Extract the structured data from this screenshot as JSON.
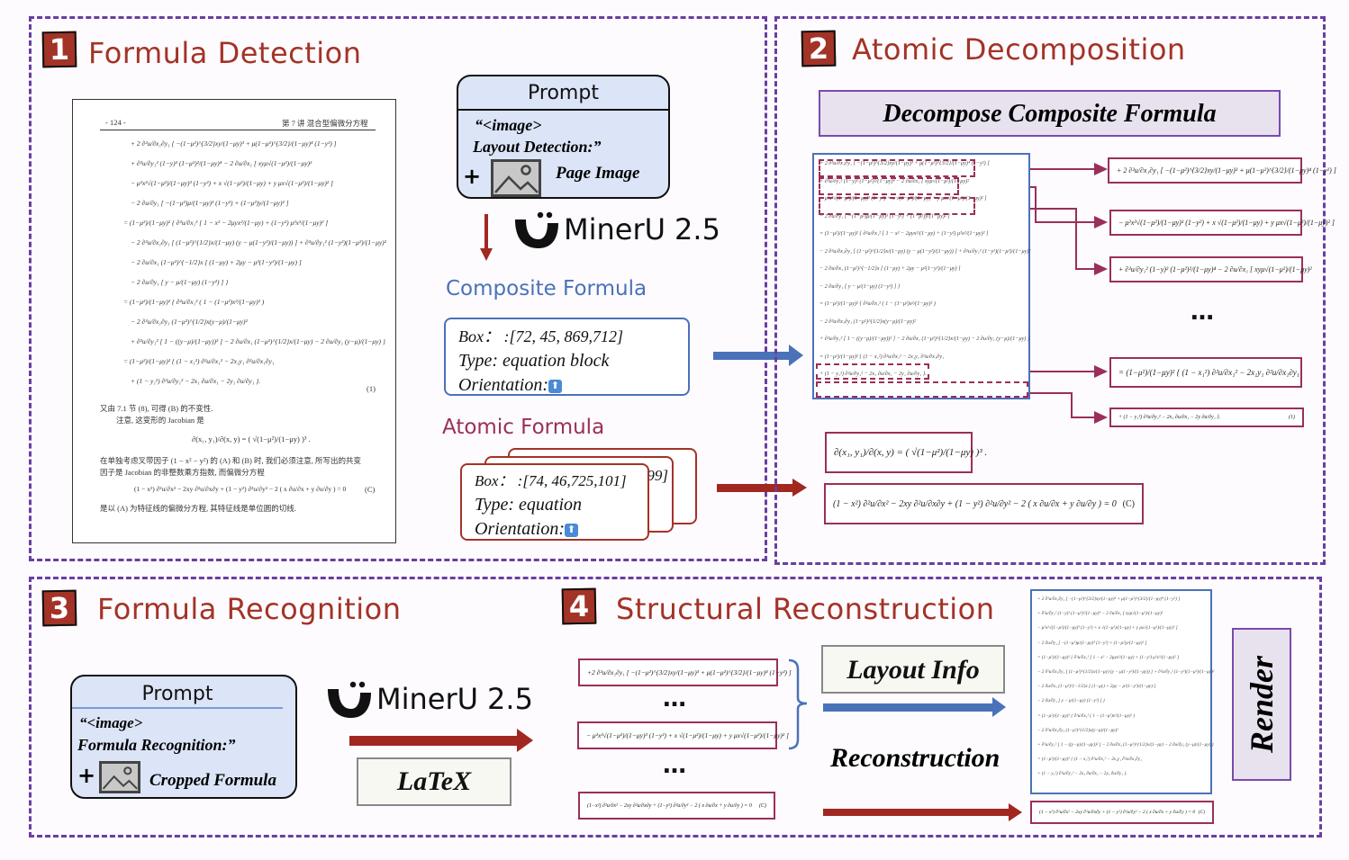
{
  "steps": [
    {
      "number": "1",
      "title": "Formula Detection"
    },
    {
      "number": "2",
      "title": "Atomic Decomposition"
    },
    {
      "number": "3",
      "title": "Formula Recognition"
    },
    {
      "number": "4",
      "title": "Structural Reconstruction"
    }
  ],
  "document_page": {
    "page_number": "- 124 -",
    "chapter_header": "第 7 讲   混合型偏微分方程",
    "equation_lines": [
      "+ 2 ∂²u/∂x₁∂y₁ [ −(1−μ²)^{3/2}xy/(1−μy)³ + μ(1−μ²)^{3/2}/(1−μy)⁴ (1−y²) ]",
      "+ ∂²u/∂y₁² (1−y)² (1−μ²)²/(1−μy)⁴ − 2 ∂u/∂x₁ [ xyμ√(1−μ²)/(1−μy)²",
      "− μ²x²√(1−μ²)/(1−μy)³ (1−y²) + x √(1−μ²)/(1−μy) + y μx√(1−μ²)/(1−μy)² ]",
      "− 2 ∂u/∂y₁ [ −(1−μ²)μ/(1−μy)³ (1−y²) + (1−μ²)y/(1−μy)² ]",
      "= (1−μ²)/(1−μy)² { ∂²u/∂x₁² [ 1 − x² − 2μyx²/(1−μy) + (1−y²) μ²x²/(1−μy)² ]",
      "− 2 ∂²u/∂x₁∂y₁ [ (1−μ²)^{1/2}x/(1−μy) (y − μ(1−y²)/(1−μy)) ] + ∂²u/∂y₁² (1−y²)(1−μ²)/(1−μy)²",
      "− 2 ∂u/∂x₁ (1−μ²)^{−1/2}x [ (1−μy) + 2μy − μ²(1−y²)/(1−μy) ]",
      "− 2 ∂u/∂y₁ [ y − μ/(1−μy) (1−y²) ] }",
      "= (1−μ²)/(1−μy)² { ∂²u/∂x₁² ( 1 − (1−μ²)x²/(1−μy)² )",
      "− 2 ∂²u/∂x₁∂y₁ (1−μ²)^{1/2}x(y−μ)/(1−μy)²",
      "+ ∂²u/∂y₁² [ 1 − ((y−μ)/(1−μy))² ] − 2 ∂u/∂x₁ (1−μ²)^{1/2}x/(1−μy) − 2 ∂u/∂y₁ (y−μ)/(1−μy) }",
      "= (1−μ²)/(1−μy)² { (1 − x₁²) ∂²u/∂x₁² − 2x₁y₁ ∂²u/∂x₁∂y₁",
      "+ (1 − y₁²) ∂²u/∂y₁² − 2x₁ ∂u/∂x₁ − 2y₁ ∂u/∂y₁ }."
    ],
    "equation_number": "(1)",
    "text_1": "又由 7.1 节 (8), 可得 (B) 的不变性.",
    "text_2": "注意, 这变形的 Jacobian 是",
    "jacobian_eq": "∂(x₁, y₁)/∂(x, y) = ( √(1−μ²)/(1−μy) )³ .",
    "text_3": "在单独考虑叉带因子 (1 − x² − y²) 的 (A) 和 (B) 时, 我们必须注意, 所写出的共变",
    "text_4": "因子是 Jacobian 的非整数乘方指数, 而偏微分方程",
    "eq_c": "(1 − x²) ∂²u/∂x² − 2xy ∂²u/∂x∂y + (1 − y²) ∂²u/∂y² − 2 ( x ∂u/∂x + y ∂u/∂y ) = 0",
    "eq_c_label": "(C)",
    "text_5": "是以 (A) 为特征线的偏微分方程, 其特征线是单位圆的切线."
  },
  "detection_prompt": {
    "header": "Prompt",
    "line1": "“<image>",
    "line2": "Layout Detection:”",
    "plus": "+",
    "image_icon": "image-icon",
    "image_label": "Page Image"
  },
  "model": {
    "name": "MinerU",
    "version": "2.5"
  },
  "composite": {
    "heading": "Composite Formula",
    "box": "Box：  :[72, 45, 869,712]",
    "type": "Type: equation block",
    "orientation": "Orientation:",
    "orientation_icon": "arrow-up-icon"
  },
  "atomic": {
    "heading": "Atomic Formula",
    "back_box_fragment": "99]",
    "box": "Box：  :[74, 46,725,101]",
    "type": "Type: equation",
    "orientation": "Orientation:",
    "orientation_icon": "arrow-up-icon"
  },
  "decompose": {
    "label": "Decompose Composite Formula",
    "outputs": [
      "+ 2 ∂²u/∂x₁∂y₁ [ −(1−μ²)^{3/2}xy/(1−μy)³ + μ(1−μ²)^{3/2}/(1−μy)⁴ (1−y²) ]",
      "− μ²x²√(1−μ²)/(1−μy)³ (1−y²) + x √(1−μ²)/(1−μy) + y μx√(1−μ²)/(1−μy)² ]",
      "+ ∂²u/∂y₁² (1−y)² (1−μ²)²/(1−μy)⁴ − 2 ∂u/∂x₁ [ xyμ√(1−μ²)/(1−μy)²",
      "= (1−μ²)/(1−μy)² { (1 − x₁²) ∂²u/∂x₁² − 2x₁y₁ ∂²u/∂x₁∂y₁",
      "+ (1 − y₁²) ∂²u/∂y₁² − 2x₁ ∂u/∂x₁ − 2y ∂u/∂y₁ }."
    ],
    "last_output_label": "(1)",
    "ellipsis": "…",
    "jacobian": "∂(x₁, y₁)/∂(x, y) = ( √(1−μ²)/(1−μy) )³ .",
    "eq_c": "(1 − x²) ∂²u/∂x² − 2xy ∂²u/∂x∂y + (1 − y²) ∂²u/∂y² − 2 ( x ∂u/∂x + y ∂u/∂y ) = 0",
    "eq_c_label": "(C)"
  },
  "recognition_prompt": {
    "header": "Prompt",
    "line1": "“<image>",
    "line2": "Formula Recognition:”",
    "plus": "+",
    "image_icon": "image-icon",
    "image_label": "Cropped Formula"
  },
  "latex_label": "LaTeX",
  "reconstruction": {
    "formulas": [
      "+2 ∂²u/∂x₁∂y₁ [ −(1−μ²)^{3/2}xy/(1−μy)³ + μ(1−μ²)^{3/2}/(1−μy)⁴ (1−y²) ]",
      "− μ²x²√(1−μ²)/(1−μy)³ (1−y²) + x √(1−μ²)/(1−μy) + y μx√(1−μ²)/(1−μy)² ]",
      "(1−x²) ∂²u/∂x² − 2xy ∂²u/∂x∂y + (1−y²) ∂²u/∂y² − 2 ( x ∂u/∂x + y ∂u/∂y ) = 0"
    ],
    "formula_3_label": "(C)",
    "ellipsis": "…",
    "layout_info": "Layout Info",
    "reconstruction_label": "Reconstruction",
    "render_label": "Render"
  },
  "colors": {
    "accent_red": "#a33327",
    "panel_border": "#6a3ea1",
    "composite_blue": "#4a72b8",
    "atomic_maroon": "#9a2f5a",
    "prompt_fill": "#dbe5f7"
  }
}
